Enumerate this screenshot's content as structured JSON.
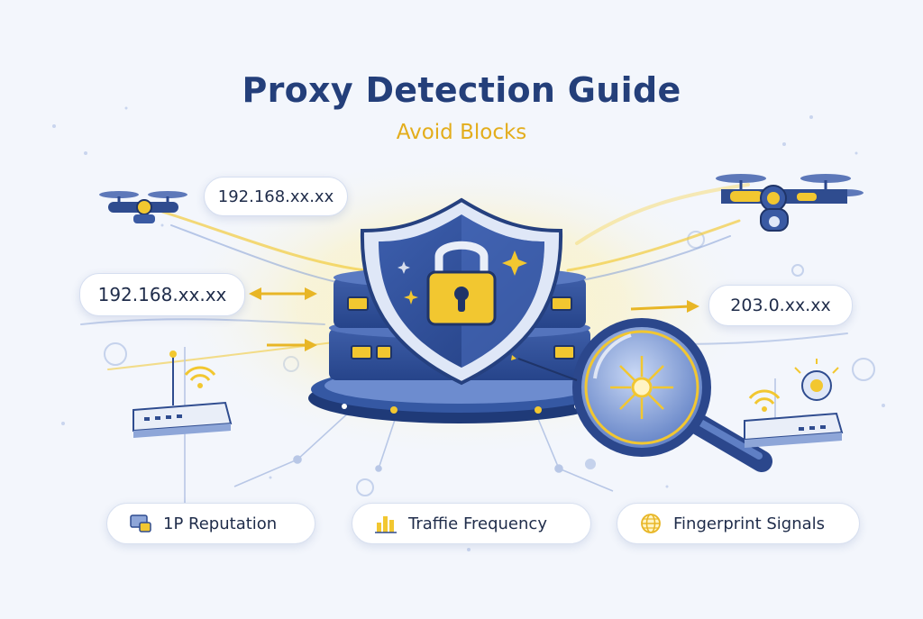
{
  "header": {
    "title": "Proxy Detection Guide",
    "subtitle": "Avoid Blocks"
  },
  "colors": {
    "title": "#243f7a",
    "accent": "#e8b626",
    "navy": "#2f4c8f",
    "light_blue": "#8ea6d8"
  },
  "ip_labels": {
    "top_left": "192.168.xx.xx",
    "mid_left": "192.168.xx.xx",
    "right": "203.0.xx.xx"
  },
  "signals": [
    {
      "label": "1P Reputation",
      "icon": "monitor-icon"
    },
    {
      "label": "Traffie Frequency",
      "icon": "bar-chart-icon"
    },
    {
      "label": "Fingerprint Signals",
      "icon": "globe-icon"
    }
  ],
  "illustration": {
    "central": "shield-lock-icon",
    "base": "server-stack",
    "magnifier": "magnifying-glass-icon",
    "devices": [
      "drone-icon",
      "drone-icon",
      "router-icon",
      "router-icon"
    ]
  }
}
